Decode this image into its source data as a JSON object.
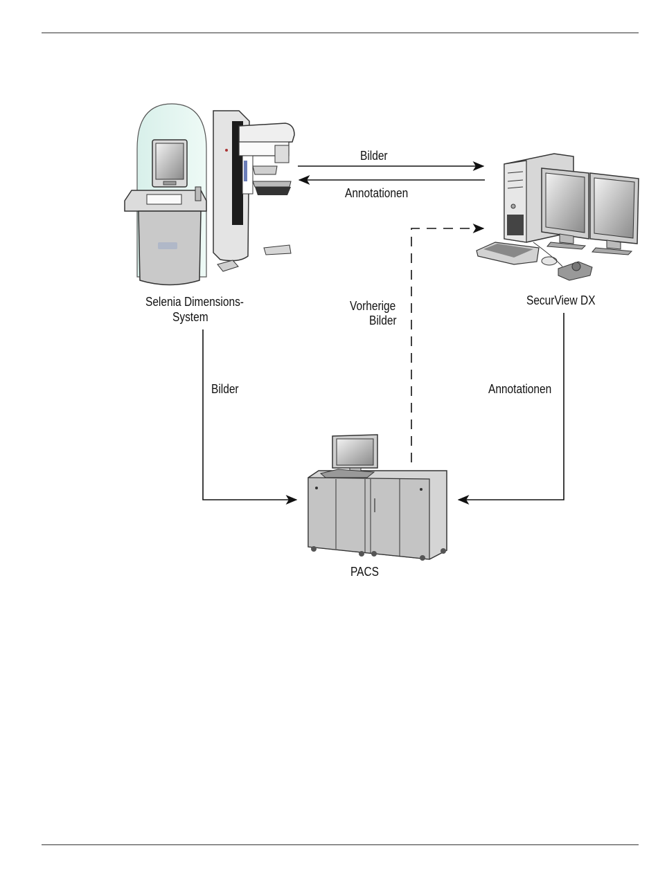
{
  "nodes": {
    "selenia": {
      "line1": "Selenia Dimensions-",
      "line2": "System"
    },
    "securview": {
      "label": "SecurView DX"
    },
    "pacs": {
      "label": "PACS"
    }
  },
  "edges": {
    "selenia_to_securview": "Bilder",
    "securview_to_selenia": "Annotationen",
    "pacs_to_securview": {
      "line1": "Vorherige",
      "line2": "Bilder"
    },
    "selenia_to_pacs": "Bilder",
    "securview_to_pacs": "Annotationen"
  }
}
